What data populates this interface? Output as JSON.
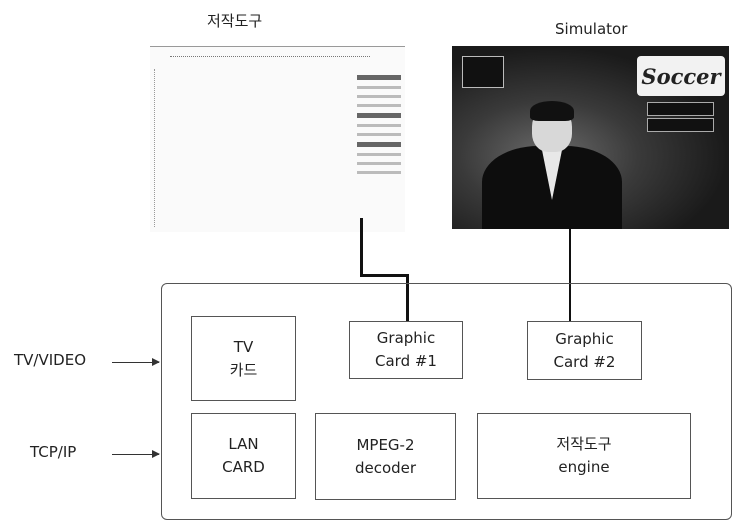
{
  "captions": {
    "authoring_tool": "저작도구",
    "simulator": "Simulator"
  },
  "simulator_screen": {
    "logo": "Soccer"
  },
  "inputs": {
    "tv_video": "TV/VIDEO",
    "tcp_ip": "TCP/IP"
  },
  "boxes": {
    "tv_card": [
      "TV",
      "카드"
    ],
    "graphic_card_1": [
      "Graphic",
      "Card #1"
    ],
    "graphic_card_2": [
      "Graphic",
      "Card #2"
    ],
    "lan_card": [
      "LAN",
      "CARD"
    ],
    "mpeg2_decoder": [
      "MPEG-2",
      "decoder"
    ],
    "authoring_engine": [
      "저작도구",
      "engine"
    ]
  }
}
